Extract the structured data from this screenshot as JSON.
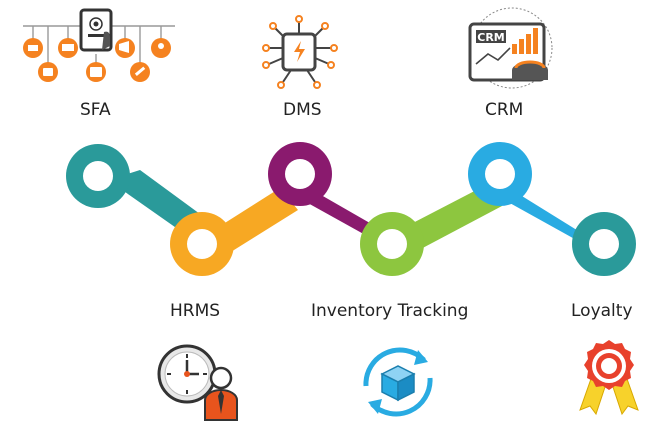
{
  "modules": {
    "sfa": {
      "label": "SFA",
      "icon": "sfa-network-icon"
    },
    "dms": {
      "label": "DMS",
      "icon": "circuit-chip-icon"
    },
    "crm": {
      "label": "CRM",
      "icon": "crm-dashboard-icon",
      "badge": "CRM"
    },
    "hrms": {
      "label": "HRMS",
      "icon": "clock-employee-icon"
    },
    "inventory": {
      "label": "Inventory Tracking",
      "icon": "box-cycle-icon"
    },
    "loyalty": {
      "label": "Loyalty",
      "icon": "award-ribbon-icon"
    }
  },
  "colors": {
    "teal": "#2a9a9a",
    "orange": "#f7a823",
    "purple": "#8a1a6e",
    "green": "#8dc63f",
    "blue": "#29abe2",
    "sfa_orange": "#f58220"
  }
}
